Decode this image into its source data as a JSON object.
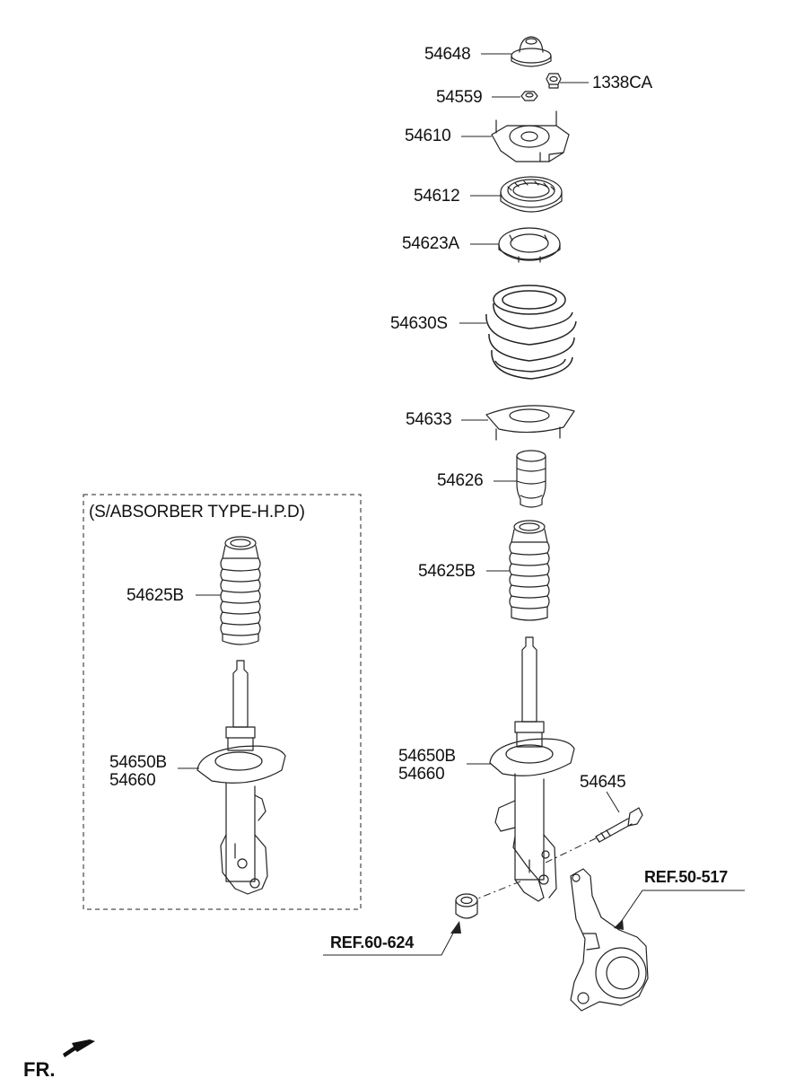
{
  "parts": {
    "p54648": "54648",
    "p1338CA": "1338CA",
    "p54559": "54559",
    "p54610": "54610",
    "p54612": "54612",
    "p54623A": "54623A",
    "p54630S": "54630S",
    "p54633": "54633",
    "p54626": "54626",
    "p54625B_main": "54625B",
    "p54650B_main": "54650B",
    "p54660_main": "54660",
    "p54645": "54645",
    "p54625B_box": "54625B",
    "p54650B_box": "54650B",
    "p54660_box": "54660"
  },
  "refs": {
    "ref_60_624": "REF.60-624",
    "ref_50_517": "REF.50-517"
  },
  "box": {
    "title": "(S/ABSORBER TYPE-H.P.D)"
  },
  "direction": {
    "label": "FR."
  }
}
